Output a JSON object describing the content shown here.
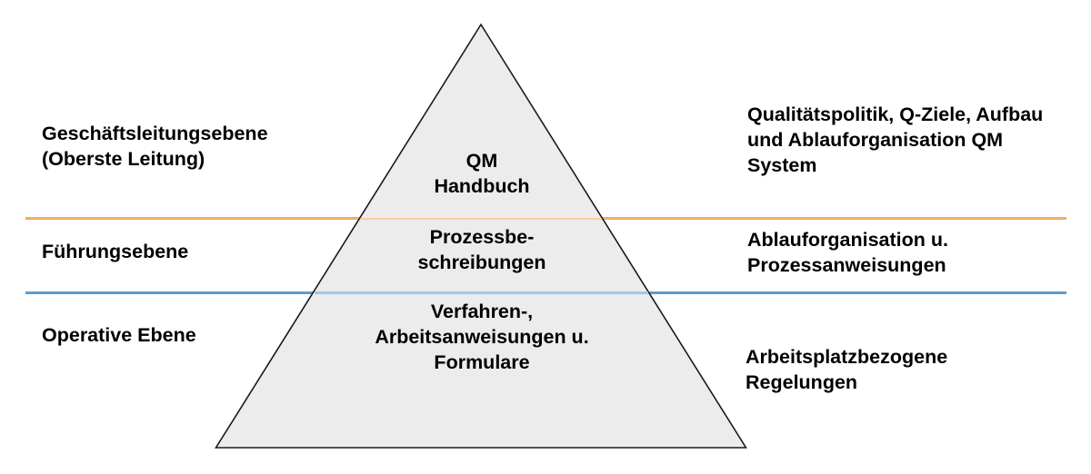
{
  "colors": {
    "background": "#ffffff",
    "text": "#000000"
  },
  "pyramid": {
    "fill": "#ececec",
    "stroke": "#1a1a1a",
    "levels": [
      "QM\nHandbuch",
      "Prozessbe-\nschreibungen",
      "Verfahren-,\nArbeitsanweisungen u.\nFormulare"
    ]
  },
  "left_labels": [
    "Geschäftsleitungsebene\n(Oberste Leitung)",
    "Führungsebene",
    "Operative Ebene"
  ],
  "right_labels": [
    "Qualitätspolitik, Q-Ziele, Aufbau\nund Ablauforganisation QM\nSystem",
    "Ablauforganisation u.\nProzessanweisungen",
    "Arbeitsplatzbezogene\nRegelungen"
  ],
  "dividers": {
    "top": {
      "outer_color": "#f0ad62",
      "inner_color": "#f8cd9b"
    },
    "bottom": {
      "outer_color": "#5f9bd3",
      "inner_color": "#a3c8e9"
    }
  }
}
